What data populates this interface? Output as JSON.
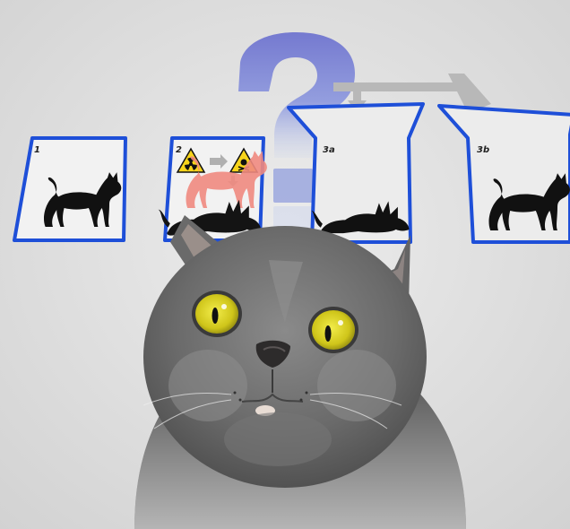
{
  "panels": [
    {
      "id": "1",
      "label": "1"
    },
    {
      "id": "2",
      "label": "2"
    },
    {
      "id": "3a",
      "label": "3a"
    },
    {
      "id": "3b",
      "label": "3b"
    }
  ],
  "warning_icons": {
    "radiation": "radiation-icon",
    "poison": "skull-crossbones-icon"
  },
  "question_mark": "?",
  "colors": {
    "box_outline": "#1e4fd8",
    "question_mark": "#7f86d6",
    "background": "#e3e3e3",
    "ghost_cat": "#f08a80",
    "arrow": "#b6b6b6",
    "cat_fur": "#6d6d6d",
    "cat_eyes": "#d9d21a"
  }
}
